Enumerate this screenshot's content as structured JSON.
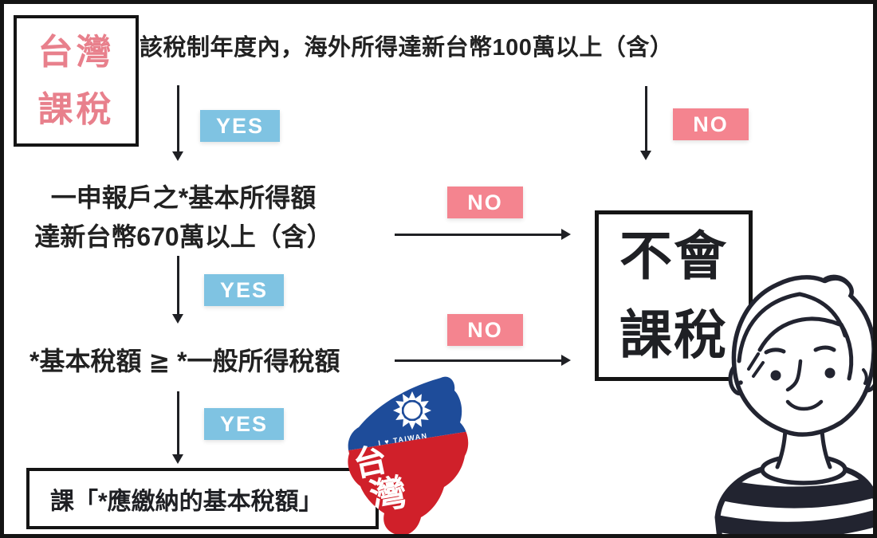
{
  "title_badge": {
    "line1": "台灣",
    "line2": "課稅"
  },
  "questions": {
    "q1": "該稅制年度內，海外所得達新台幣100萬以上（含）",
    "q2_line1": "一申報戶之*基本所得額",
    "q2_line2": "達新台幣670萬以上（含）",
    "q3": "*基本稅額 ≧ *一般所得稅額"
  },
  "results": {
    "no_tax_line1": "不會",
    "no_tax_line2": "課稅",
    "tax": "課「*應繳納的基本稅額」"
  },
  "labels": {
    "yes": "YES",
    "no": "NO"
  },
  "island": {
    "slogan": "I ♥ TAIWAN",
    "name_char1": "台",
    "name_char2": "灣"
  },
  "colors": {
    "yes_bg": "#7fc3e2",
    "no_bg": "#f4848f",
    "badge_text": "#e8808c",
    "flag_blue": "#1e4c9a",
    "flag_red": "#d0202a",
    "ink": "#1f2024"
  }
}
